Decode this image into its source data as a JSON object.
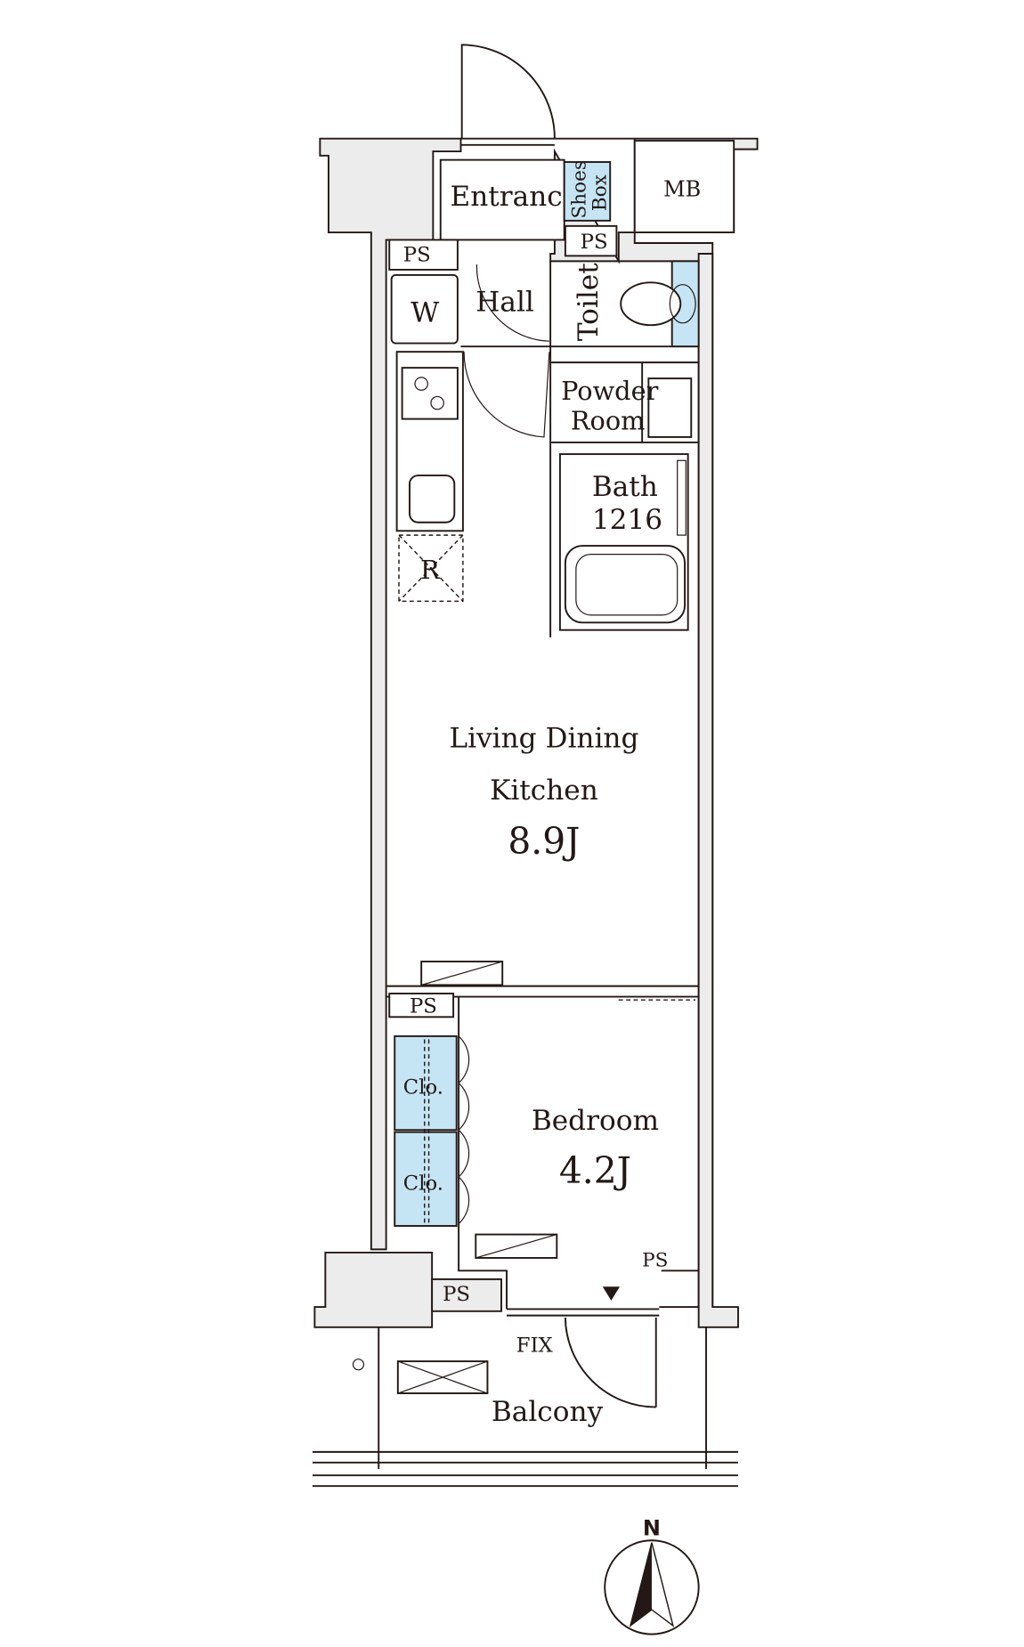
{
  "rooms": {
    "entrance": "Entrance",
    "shoes_box_1": "Shoes",
    "shoes_box_2": "Box",
    "mb": "MB",
    "ps": "PS",
    "w": "W",
    "hall": "Hall",
    "toilet": "Toilet",
    "powder_1": "Powder",
    "powder_2": "Room",
    "bath": "Bath",
    "bath_size": "1216",
    "fridge": "R",
    "ldk_1": "Living Dining",
    "ldk_2": "Kitchen",
    "ldk_size": "8.9J",
    "closet": "Clo.",
    "bedroom": "Bedroom",
    "bedroom_size": "4.2J",
    "fix": "FIX",
    "balcony": "Balcony"
  },
  "compass": {
    "label": "N"
  },
  "colors": {
    "accent": "#c5e5f4",
    "wall": "#ececec",
    "line": "#231815"
  }
}
